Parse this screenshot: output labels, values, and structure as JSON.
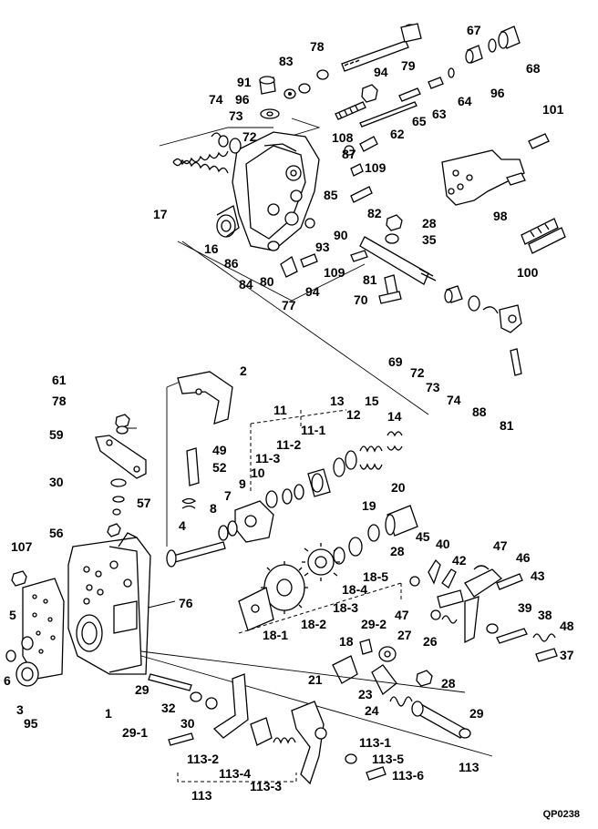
{
  "figure_code": "QP0238",
  "labels": [
    {
      "id": "l78a",
      "text": "78"
    },
    {
      "id": "l83",
      "text": "83"
    },
    {
      "id": "l79",
      "text": "79"
    },
    {
      "id": "l67",
      "text": "67"
    },
    {
      "id": "l68",
      "text": "68"
    },
    {
      "id": "l91",
      "text": "91"
    },
    {
      "id": "l94a",
      "text": "94"
    },
    {
      "id": "l96a",
      "text": "96"
    },
    {
      "id": "l64",
      "text": "64"
    },
    {
      "id": "l96b",
      "text": "96"
    },
    {
      "id": "l74a",
      "text": "74"
    },
    {
      "id": "l73a",
      "text": "73"
    },
    {
      "id": "l63",
      "text": "63"
    },
    {
      "id": "l65",
      "text": "65"
    },
    {
      "id": "l101",
      "text": "101"
    },
    {
      "id": "l72a",
      "text": "72"
    },
    {
      "id": "l108",
      "text": "108"
    },
    {
      "id": "l62",
      "text": "62"
    },
    {
      "id": "l87",
      "text": "87"
    },
    {
      "id": "l109a",
      "text": "109"
    },
    {
      "id": "l17",
      "text": "17"
    },
    {
      "id": "l85",
      "text": "85"
    },
    {
      "id": "l82",
      "text": "82"
    },
    {
      "id": "l98",
      "text": "98"
    },
    {
      "id": "l28a",
      "text": "28"
    },
    {
      "id": "l90",
      "text": "90"
    },
    {
      "id": "l35",
      "text": "35"
    },
    {
      "id": "l16",
      "text": "16"
    },
    {
      "id": "l93",
      "text": "93"
    },
    {
      "id": "l86",
      "text": "86"
    },
    {
      "id": "l84",
      "text": "84"
    },
    {
      "id": "l80",
      "text": "80"
    },
    {
      "id": "l109b",
      "text": "109"
    },
    {
      "id": "l81a",
      "text": "81"
    },
    {
      "id": "l100",
      "text": "100"
    },
    {
      "id": "l77",
      "text": "77"
    },
    {
      "id": "l94b",
      "text": "94"
    },
    {
      "id": "l70",
      "text": "70"
    },
    {
      "id": "l69",
      "text": "69"
    },
    {
      "id": "l72b",
      "text": "72"
    },
    {
      "id": "l73b",
      "text": "73"
    },
    {
      "id": "l74b",
      "text": "74"
    },
    {
      "id": "l88",
      "text": "88"
    },
    {
      "id": "l81b",
      "text": "81"
    },
    {
      "id": "l2",
      "text": "2"
    },
    {
      "id": "l61",
      "text": "61"
    },
    {
      "id": "l78b",
      "text": "78"
    },
    {
      "id": "l11",
      "text": "11"
    },
    {
      "id": "l13",
      "text": "13"
    },
    {
      "id": "l15",
      "text": "15"
    },
    {
      "id": "l12",
      "text": "12"
    },
    {
      "id": "l14",
      "text": "14"
    },
    {
      "id": "l111",
      "text": "11-1"
    },
    {
      "id": "l112",
      "text": "11-2"
    },
    {
      "id": "l113s",
      "text": "11-3"
    },
    {
      "id": "l59",
      "text": "59"
    },
    {
      "id": "l49",
      "text": "49"
    },
    {
      "id": "l52",
      "text": "52"
    },
    {
      "id": "l10",
      "text": "10"
    },
    {
      "id": "l9",
      "text": "9"
    },
    {
      "id": "l30a",
      "text": "30"
    },
    {
      "id": "l57",
      "text": "57"
    },
    {
      "id": "l7",
      "text": "7"
    },
    {
      "id": "l8",
      "text": "8"
    },
    {
      "id": "l20",
      "text": "20"
    },
    {
      "id": "l19",
      "text": "19"
    },
    {
      "id": "l4",
      "text": "4"
    },
    {
      "id": "l56",
      "text": "56"
    },
    {
      "id": "l45",
      "text": "45"
    },
    {
      "id": "l40",
      "text": "40"
    },
    {
      "id": "l47a",
      "text": "47"
    },
    {
      "id": "l46",
      "text": "46"
    },
    {
      "id": "l107",
      "text": "107"
    },
    {
      "id": "l28b",
      "text": "28"
    },
    {
      "id": "l185",
      "text": "18-5"
    },
    {
      "id": "l42",
      "text": "42"
    },
    {
      "id": "l43",
      "text": "43"
    },
    {
      "id": "l184",
      "text": "18-4"
    },
    {
      "id": "l76",
      "text": "76"
    },
    {
      "id": "l183",
      "text": "18-3"
    },
    {
      "id": "l47b",
      "text": "47"
    },
    {
      "id": "l39",
      "text": "39"
    },
    {
      "id": "l38",
      "text": "38"
    },
    {
      "id": "l48",
      "text": "48"
    },
    {
      "id": "l5",
      "text": "5"
    },
    {
      "id": "l182",
      "text": "18-2"
    },
    {
      "id": "l181",
      "text": "18-1"
    },
    {
      "id": "l292",
      "text": "29-2"
    },
    {
      "id": "l18",
      "text": "18"
    },
    {
      "id": "l27",
      "text": "27"
    },
    {
      "id": "l26",
      "text": "26"
    },
    {
      "id": "l37",
      "text": "37"
    },
    {
      "id": "l6",
      "text": "6"
    },
    {
      "id": "l21",
      "text": "21"
    },
    {
      "id": "l29a",
      "text": "29"
    },
    {
      "id": "l23",
      "text": "23"
    },
    {
      "id": "l28c",
      "text": "28"
    },
    {
      "id": "l3",
      "text": "3"
    },
    {
      "id": "l32",
      "text": "32"
    },
    {
      "id": "l24",
      "text": "24"
    },
    {
      "id": "l1",
      "text": "1"
    },
    {
      "id": "l30b",
      "text": "30"
    },
    {
      "id": "l95",
      "text": "95"
    },
    {
      "id": "l29b",
      "text": "29"
    },
    {
      "id": "l291",
      "text": "29-1"
    },
    {
      "id": "l1131",
      "text": "113-1"
    },
    {
      "id": "l1132",
      "text": "113-2"
    },
    {
      "id": "l1135",
      "text": "113-5"
    },
    {
      "id": "l113a",
      "text": "113"
    },
    {
      "id": "l1136",
      "text": "113-6"
    },
    {
      "id": "l1134",
      "text": "113-4"
    },
    {
      "id": "l1133",
      "text": "113-3"
    },
    {
      "id": "l113b",
      "text": "113"
    }
  ]
}
